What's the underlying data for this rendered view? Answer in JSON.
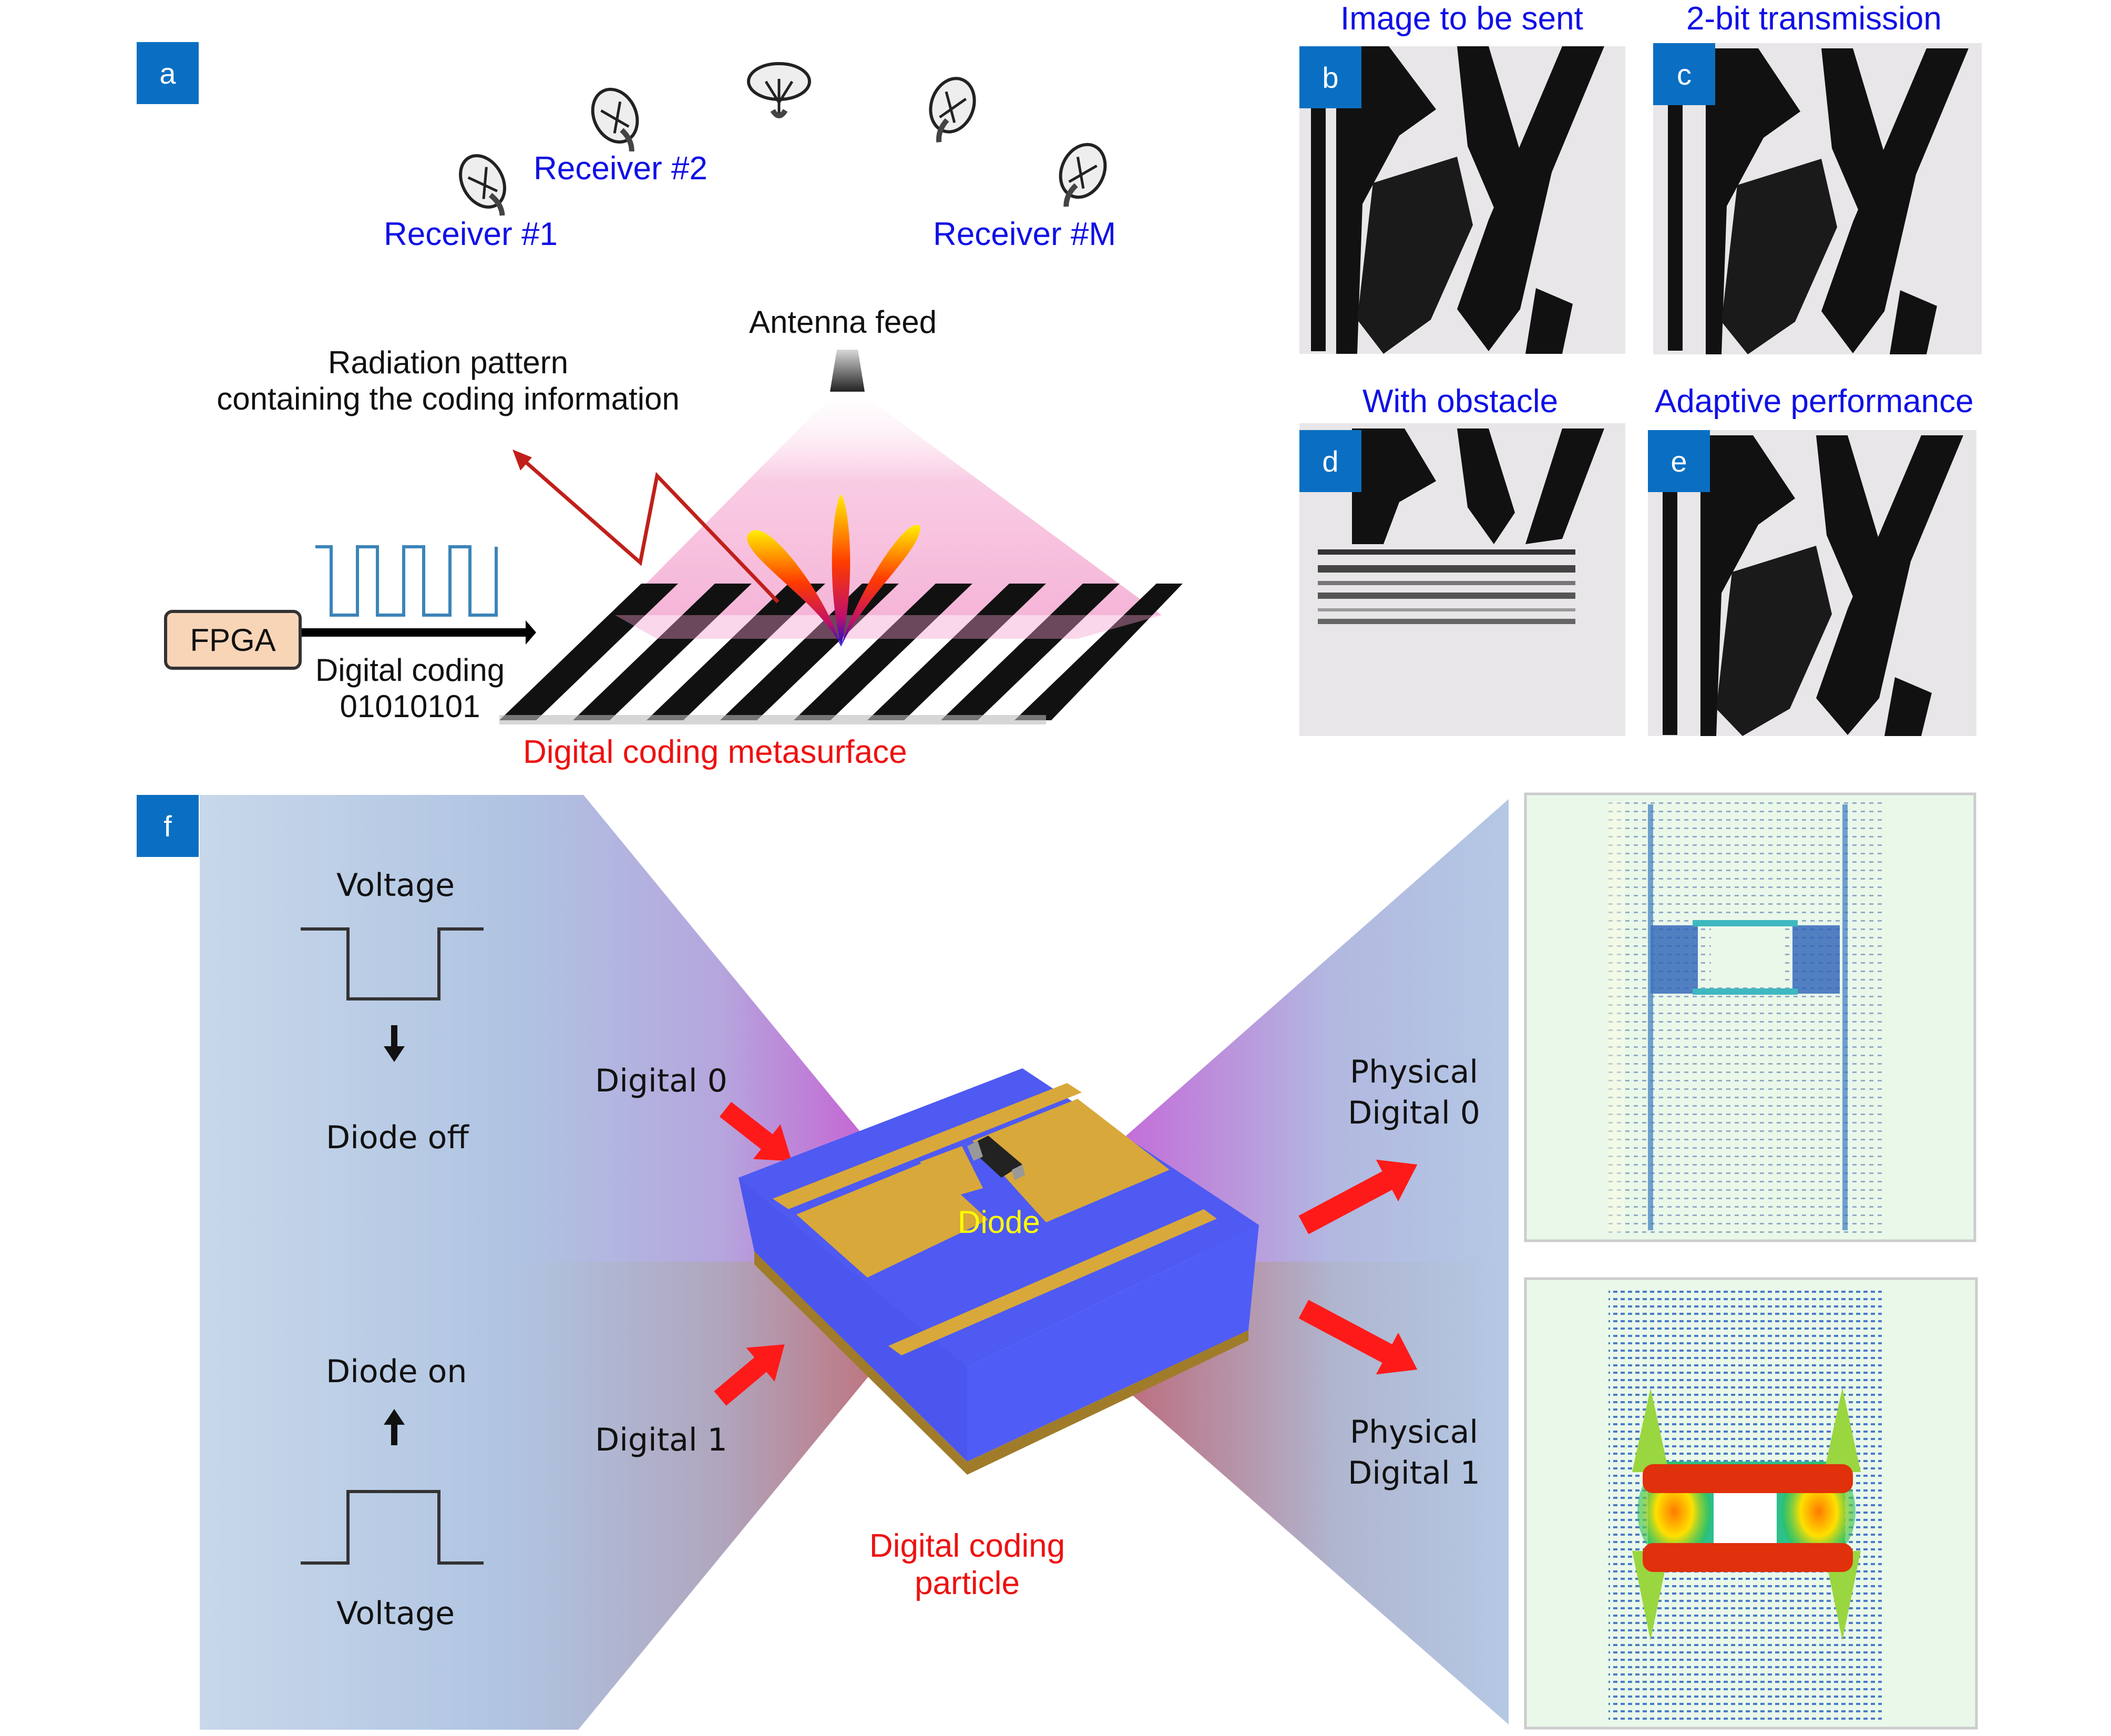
{
  "panel_a": {
    "tag": "a",
    "receivers": [
      "Receiver #1",
      "Receiver #2",
      "Receiver #M"
    ],
    "antenna_feed": "Antenna feed",
    "radiation_pattern": [
      "Radiation pattern",
      "containing the coding information"
    ],
    "fpga": "FPGA",
    "digital_coding": "Digital coding",
    "code": "01010101",
    "metasurface": "Digital coding metasurface",
    "colors": {
      "receiver_label": "#1010e6",
      "metasurface_label": "#ee1111",
      "fpga_box": "#f9d5b8"
    }
  },
  "panel_b": {
    "tag": "b",
    "title": "Image to be sent"
  },
  "panel_c": {
    "tag": "c",
    "title": "2-bit transmission"
  },
  "panel_d": {
    "tag": "d",
    "title": "With obstacle"
  },
  "panel_e": {
    "tag": "e",
    "title": "Adaptive performance"
  },
  "panel_f": {
    "tag": "f",
    "top": {
      "voltage": "Voltage",
      "state": "Diode off",
      "input": "Digital 0"
    },
    "bottom": {
      "voltage": "Voltage",
      "state": "Diode on",
      "input": "Digital 1"
    },
    "diode": "Diode",
    "particle": [
      "Digital coding",
      "particle"
    ],
    "outputs": [
      {
        "line1": "Physical",
        "line2": "Digital 0"
      },
      {
        "line1": "Physical",
        "line2": "Digital 1"
      }
    ],
    "colors": {
      "diode_label": "#ffff00",
      "particle_label": "#ee1111",
      "substrate": "#4f5cf5",
      "metal": "#d8a83a"
    }
  }
}
